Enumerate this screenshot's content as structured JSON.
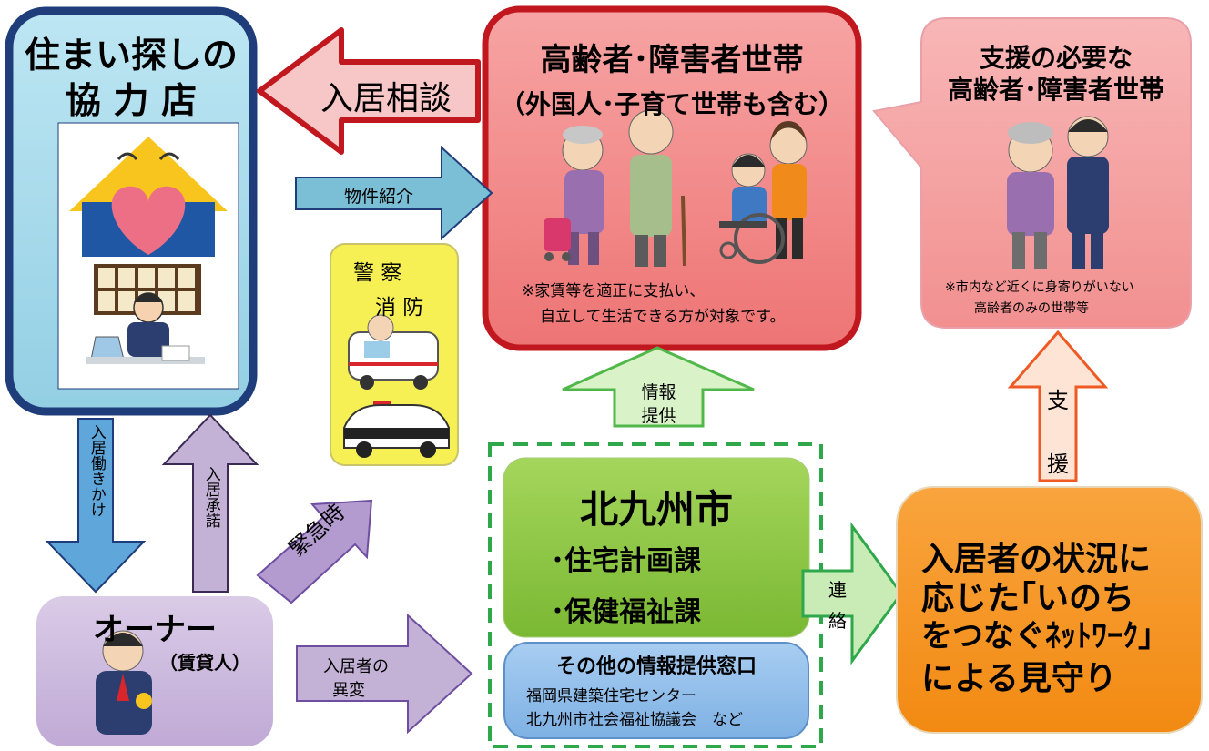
{
  "shop": {
    "title_line1": "住まい探しの",
    "title_line2": "協 力 店"
  },
  "household": {
    "title": "高齢者･障害者世帯",
    "subtitle": "（外国人･子育て世帯も含む）",
    "note_line1": "※家賃等を適正に支払い、",
    "note_line2": "自立して生活できる方が対象です。"
  },
  "support_needed": {
    "title_line1": "支援の必要な",
    "title_line2": "高齢者･障害者世帯",
    "note_line1": "※市内など近くに身寄りがいない",
    "note_line2": "高齢者のみの世帯等"
  },
  "arrows": {
    "consultation": "入居相談",
    "property_intro": "物件紹介",
    "info_provision_1": "情報",
    "info_provision_2": "提供",
    "support_1": "支",
    "support_2": "援",
    "encourage": "入居働きかけ",
    "approval": "入居承諾",
    "emergency": "緊急時",
    "abnormal_1": "入居者の",
    "abnormal_2": "異変",
    "contact_1": "連",
    "contact_2": "絡"
  },
  "police_fire": {
    "label1": "警 察",
    "label2": "消 防"
  },
  "city": {
    "title": "北九州市",
    "dept1": "･住宅計画課",
    "dept2": "･保健福祉課"
  },
  "other_window": {
    "title": "その他の情報提供窓口",
    "line1": "福岡県建築住宅センター",
    "line2": "北九州市社会福祉協議会　など"
  },
  "owner": {
    "title": "オーナー",
    "subtitle": "（賃貸人）"
  },
  "network": {
    "line1": "入居者の状況に",
    "line2": "応じた｢いのち",
    "line3": "をつなぐﾈｯﾄﾜｰｸ｣",
    "line4": "による見守り"
  },
  "colors": {
    "shop_bg": "#a9dcec",
    "shop_border": "#1f3d7a",
    "household_bg": "#f28b8b",
    "household_border": "#c0181e",
    "support_bg": "#f6a5ad",
    "city_bg": "#8cc63e",
    "owner_bg": "#cab7dc",
    "network_bg": "#f7931e",
    "other_bg": "#8ab9e8"
  }
}
